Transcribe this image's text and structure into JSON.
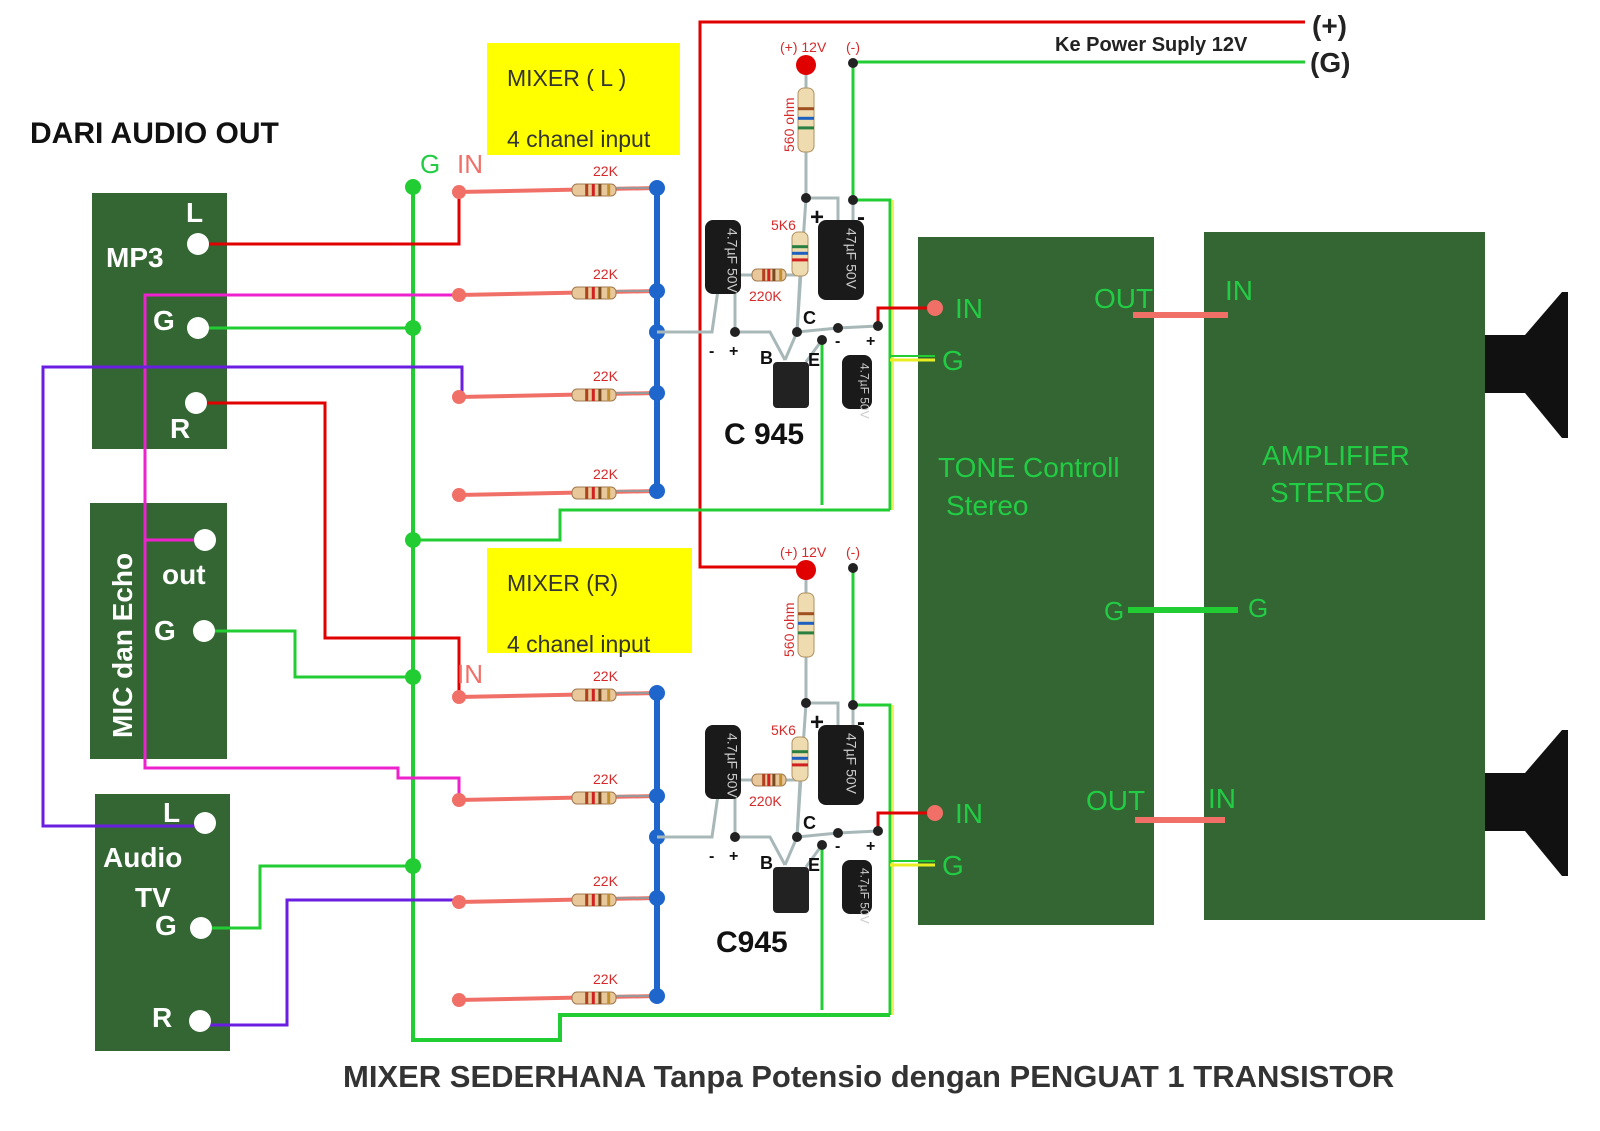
{
  "title": "MIXER SEDERHANA Tanpa Potensio dengan PENGUAT 1 TRANSISTOR",
  "source_heading": "DARI AUDIO OUT",
  "power": {
    "label": "Ke Power Suply 12V",
    "plus": "(+)",
    "ground": "(G)"
  },
  "bus_labels": {
    "ground": "G",
    "input": "IN"
  },
  "sources": {
    "mp3": {
      "name": "MP3",
      "left": "L",
      "ground": "G",
      "right": "R"
    },
    "mic": {
      "name": "MIC dan Echo",
      "out": "out",
      "ground": "G"
    },
    "tv": {
      "name_line1": "Audio",
      "name_line2": "TV",
      "left": "L",
      "ground": "G",
      "right": "R"
    }
  },
  "mixers": [
    {
      "title": "MIXER ( L )",
      "subtitle": "4 chanel input",
      "in_label": "IN",
      "resistors": [
        "22K",
        "22K",
        "22K",
        "22K"
      ],
      "supply_plus": "(+) 12V",
      "supply_minus": "(-)",
      "r_collector": "560 ohm",
      "r_5k6": "5K6",
      "r_bias": "220K",
      "cap_in": "4.7µF 50V",
      "cap_big": "47µF 50V",
      "cap_out": "4.7µF 50V",
      "plus": "+",
      "minus": "-",
      "pin_c": "C",
      "pin_b": "B",
      "pin_e": "E",
      "transistor": "C 945"
    },
    {
      "title": "MIXER (R)",
      "subtitle": "4 chanel input",
      "in_label": "IN",
      "resistors": [
        "22K",
        "22K",
        "22K",
        "22K"
      ],
      "supply_plus": "(+) 12V",
      "supply_minus": "(-)",
      "r_collector": "560 ohm",
      "r_5k6": "5K6",
      "r_bias": "220K",
      "cap_in": "4.7µF 50V",
      "cap_big": "47µF 50V",
      "cap_out": "4.7µF 50V",
      "plus": "+",
      "minus": "-",
      "pin_c": "C",
      "pin_b": "B",
      "pin_e": "E",
      "transistor": "C945"
    }
  ],
  "tone": {
    "title_line1": "TONE Controll",
    "title_line2": "Stereo",
    "in": "IN",
    "out": "OUT",
    "ground": "G"
  },
  "amplifier": {
    "title_line1": "AMPLIFIER",
    "title_line2": "STEREO",
    "in": "IN",
    "ground": "G"
  },
  "colors": {
    "board": "#336633",
    "wire_red": "#e00000",
    "wire_green": "#22cc33",
    "wire_purple": "#6a1ee0",
    "wire_magenta": "#ee22cc",
    "bus_blue": "#1e66cc",
    "input_salmon": "#f07068",
    "label_box": "#ffff00"
  }
}
